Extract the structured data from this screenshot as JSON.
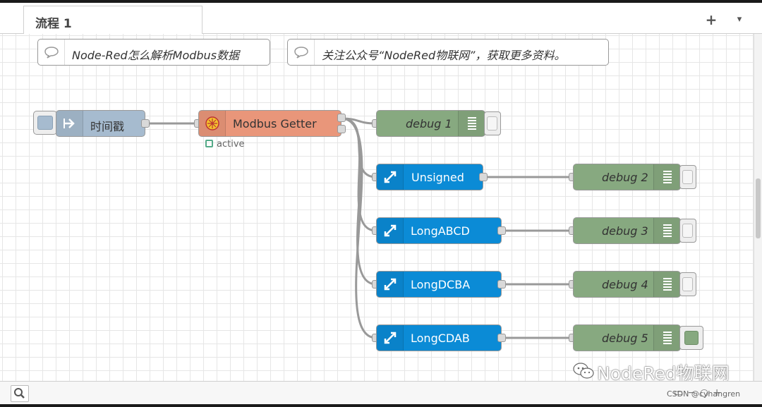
{
  "tabs": [
    {
      "label": "流程 1"
    }
  ],
  "tab_actions": {
    "add": "+",
    "menu": "▾"
  },
  "comments": [
    {
      "text": "Node-Red怎么解析Modbus数据"
    },
    {
      "text": "关注公众号“NodeRed物联网”，获取更多资料。"
    }
  ],
  "nodes": {
    "inject": {
      "label": "时间戳",
      "color": "#a6bbcf"
    },
    "modbus": {
      "label": "Modbus Getter",
      "color": "#e9967a",
      "status": "active",
      "status_color": "#55aa88"
    },
    "functions": [
      {
        "label": "Unsigned",
        "color": "#0b8bd6"
      },
      {
        "label": "LongABCD",
        "color": "#0b8bd6"
      },
      {
        "label": "LongDCBA",
        "color": "#0b8bd6"
      },
      {
        "label": "LongCDAB",
        "color": "#0b8bd6"
      }
    ],
    "debugs": [
      {
        "label": "debug 1",
        "color": "#87a980",
        "active": false
      },
      {
        "label": "debug 2",
        "color": "#87a980",
        "active": false
      },
      {
        "label": "debug 3",
        "color": "#87a980",
        "active": false
      },
      {
        "label": "debug 4",
        "color": "#87a980",
        "active": false
      },
      {
        "label": "debug 5",
        "color": "#87a980",
        "active": true
      }
    ]
  },
  "footer": {
    "icons": [
      "search-icon",
      "map-icon",
      "zoom-out-icon",
      "zoom-reset-icon",
      "zoom-in-icon"
    ]
  },
  "watermark": {
    "text": "NodeRed物联网",
    "credit": "CSDN @cyhangren"
  }
}
